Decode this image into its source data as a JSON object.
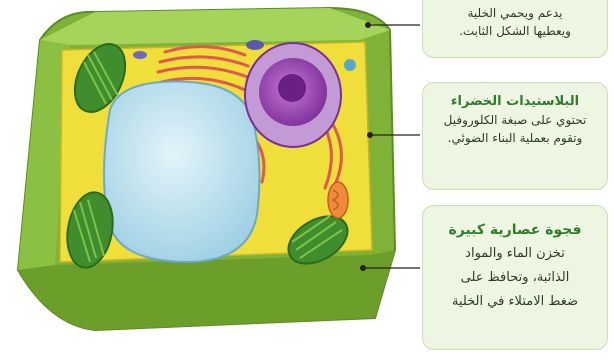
{
  "callouts": {
    "cell_wall": {
      "lines": [
        "يدعم ويحمي الخلية",
        "ويعطيها الشكل الثابت."
      ]
    },
    "chloroplasts": {
      "title": "البلاستيدات الخضراء",
      "lines": [
        "تحتوي على صبغة الكلوروفيل",
        "وتقوم بعملية البناء الضوئي."
      ]
    },
    "vacuole": {
      "title": "فجوة عصارية كبيرة",
      "lines": [
        "تخزن الماء والمواد",
        "الذائبة، وتحافظ على",
        "ضغط الامتلاء في الخلية"
      ]
    }
  },
  "colors": {
    "accent": "#2f7d2a",
    "box_bg": "#eef6e3",
    "cell_wall": "#8fc23f",
    "cytoplasm": "#f2e23a",
    "vacuole": "#bfe3f0",
    "nucleus": "#8a3aa6",
    "golgi": "#e0584f"
  }
}
